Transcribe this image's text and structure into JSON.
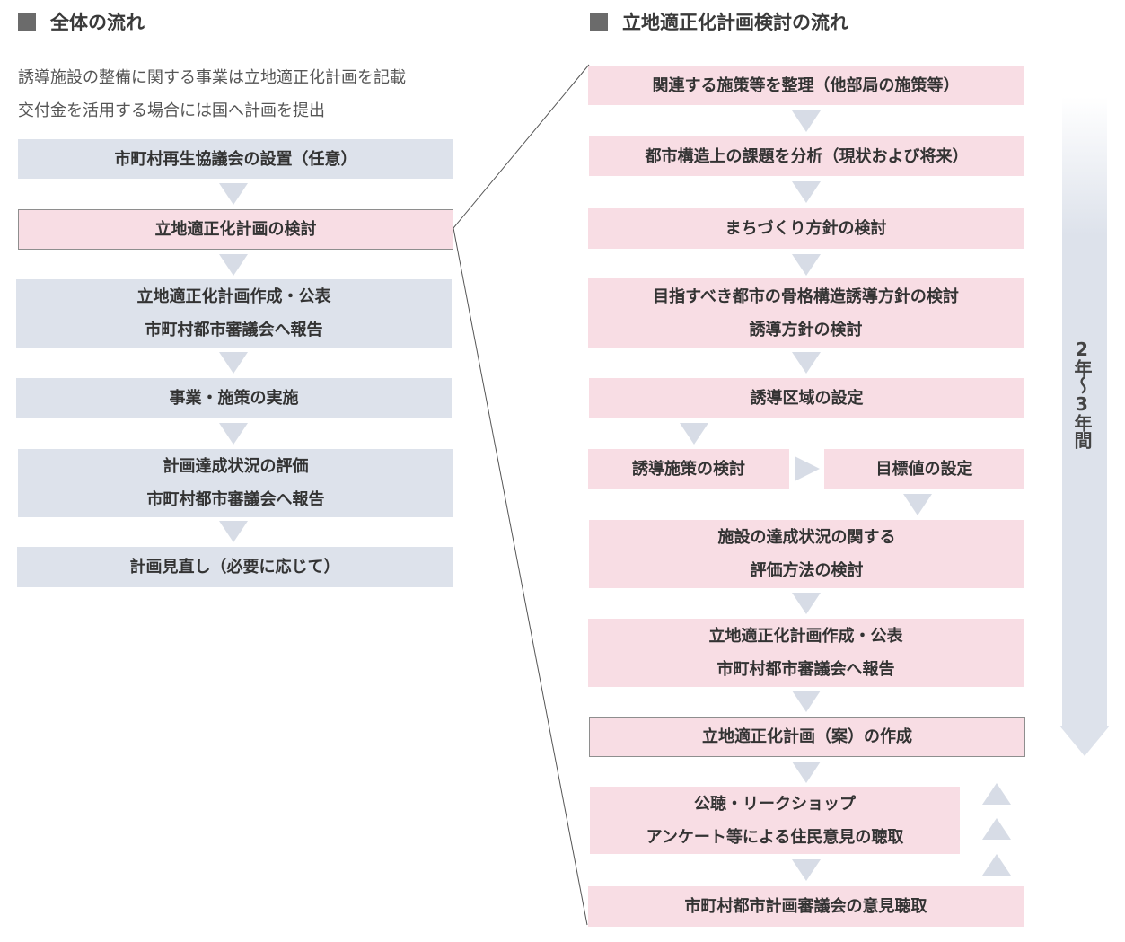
{
  "left": {
    "heading": "全体の流れ",
    "intro_lines": [
      "誘導施設の整備に関する事業は立地適正化計画を記載",
      "交付金を活用する場合には国へ計画を提出"
    ],
    "steps": [
      {
        "lines": [
          "市町村再生協議会の設置（任意）"
        ]
      },
      {
        "lines": [
          "立地適正化計画の検討"
        ]
      },
      {
        "lines": [
          "立地適正化計画作成・公表",
          "市町村都市審議会へ報告"
        ]
      },
      {
        "lines": [
          "事業・施策の実施"
        ]
      },
      {
        "lines": [
          "計画達成状況の評価",
          "市町村都市審議会へ報告"
        ]
      },
      {
        "lines": [
          "計画見直し（必要に応じて）"
        ]
      }
    ]
  },
  "right": {
    "heading": "立地適正化計画検討の流れ",
    "steps": [
      {
        "lines": [
          "関連する施策等を整理（他部局の施策等）"
        ]
      },
      {
        "lines": [
          "都市構造上の課題を分析（現状および将来）"
        ]
      },
      {
        "lines": [
          "まちづくり方針の検討"
        ]
      },
      {
        "lines": [
          "目指すべき都市の骨格構造誘導方針の検討",
          "誘導方針の検討"
        ]
      },
      {
        "lines": [
          "誘導区域の設定"
        ]
      },
      {
        "lines": [
          "誘導施策の検討"
        ]
      },
      {
        "lines": [
          "目標値の設定"
        ]
      },
      {
        "lines": [
          "施設の達成状況の関する",
          "評価方法の検討"
        ]
      },
      {
        "lines": [
          "立地適正化計画作成・公表",
          "市町村都市審議会へ報告"
        ]
      },
      {
        "lines": [
          "立地適正化計画（案）の作成"
        ]
      },
      {
        "lines": [
          "公聴・リークショップ",
          "アンケート等による住民意見の聴取"
        ]
      },
      {
        "lines": [
          "市町村都市計画審議会の意見聴取"
        ]
      }
    ],
    "period_label": "2年～3年間"
  },
  "colors": {
    "blue_box": "#dde2eb",
    "pink_box": "#f8dde4",
    "arrow": "#d7dce6",
    "heading_square": "#6b6b6b"
  }
}
